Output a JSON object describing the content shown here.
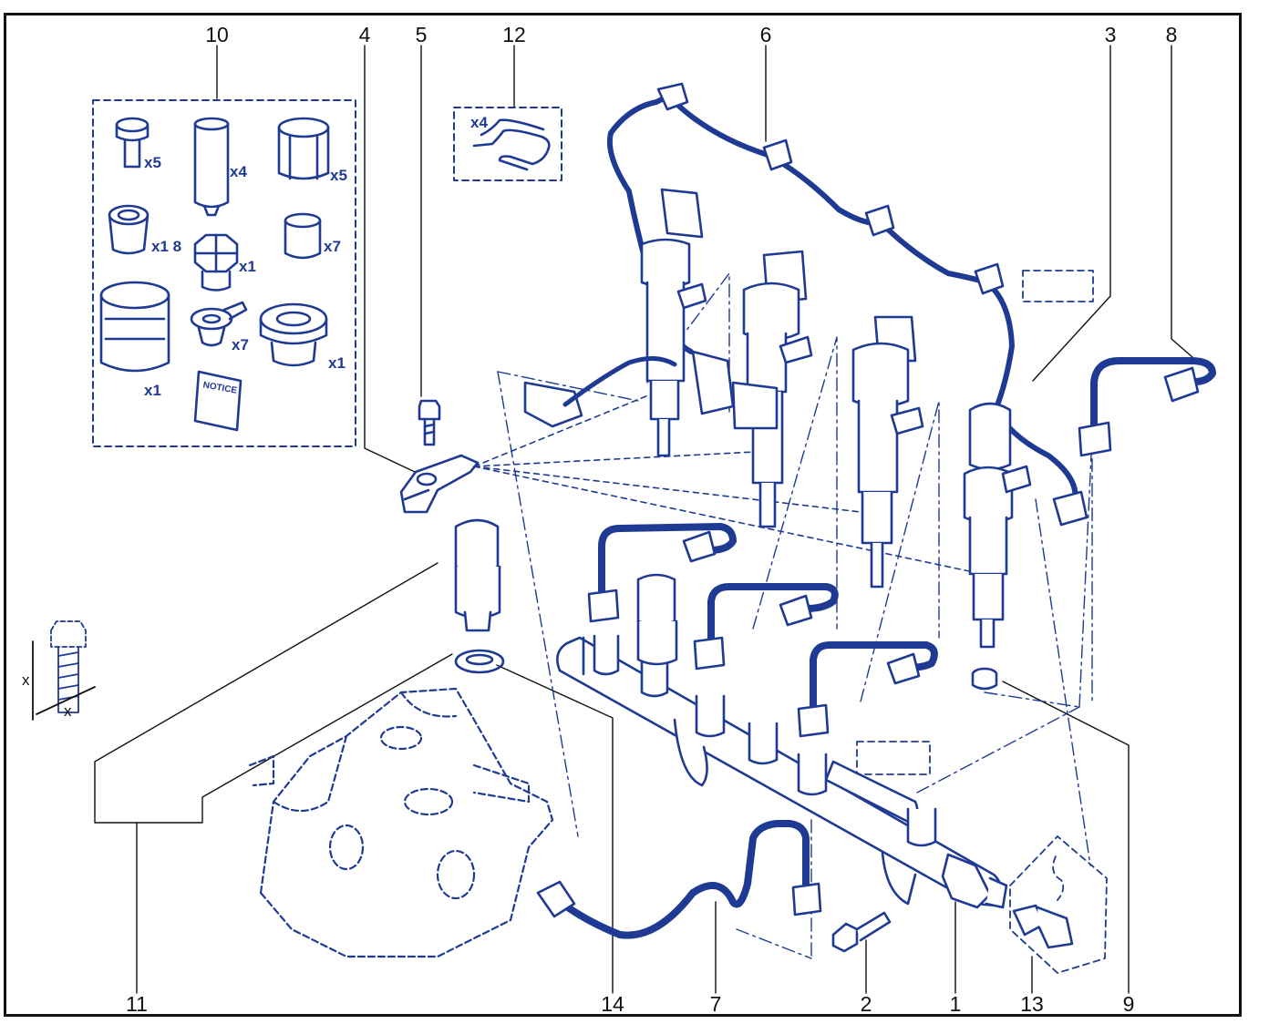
{
  "colors": {
    "ink": "#1f3a93",
    "frame": "#111111",
    "background": "#ffffff"
  },
  "callouts": [
    {
      "id": "c10",
      "label": "10"
    },
    {
      "id": "c4",
      "label": "4"
    },
    {
      "id": "c5",
      "label": "5"
    },
    {
      "id": "c12",
      "label": "12"
    },
    {
      "id": "c6",
      "label": "6"
    },
    {
      "id": "c3",
      "label": "3"
    },
    {
      "id": "c8",
      "label": "8"
    },
    {
      "id": "c11",
      "label": "11"
    },
    {
      "id": "c14",
      "label": "14"
    },
    {
      "id": "c7",
      "label": "7"
    },
    {
      "id": "c2",
      "label": "2"
    },
    {
      "id": "c1",
      "label": "1"
    },
    {
      "id": "c13",
      "label": "13"
    },
    {
      "id": "c9",
      "label": "9"
    }
  ],
  "kit_quantities": {
    "plug": "x5",
    "sleeve": "x4",
    "nut_large": "x5",
    "cap": "x1 8",
    "nut_small": "x7",
    "hex_plug": "x1",
    "cylinder": "x1",
    "washer_tab": "x7",
    "flange": "x1",
    "clip": "x4"
  },
  "notice_label": "NOTICE",
  "dimension_labels": {
    "height": "x",
    "width": "x"
  }
}
